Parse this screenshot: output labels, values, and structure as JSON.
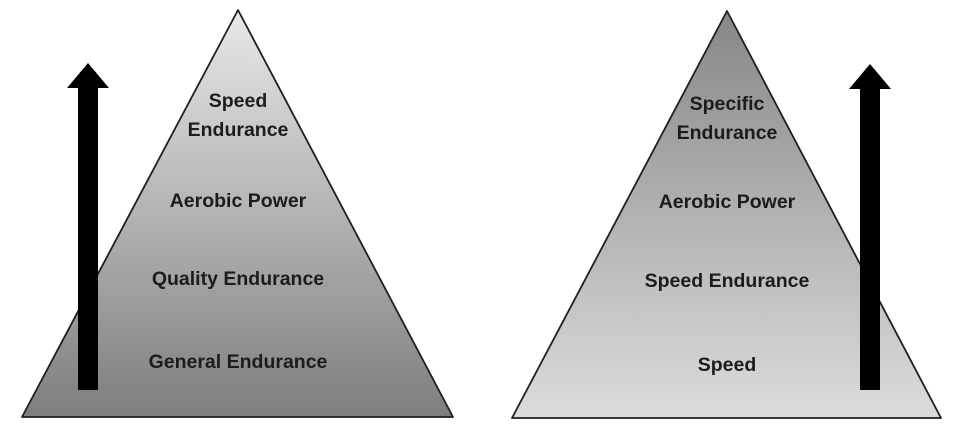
{
  "figure": {
    "background_color": "#ffffff",
    "text_color": "#1c1c1c",
    "outline_color": "#1f1f1f",
    "arrow_color": "#000000"
  },
  "left_pyramid": {
    "gradient_top": "#e8e8e8",
    "gradient_bottom": "#7e7e7e",
    "tiers": [
      {
        "label": "Speed Endurance",
        "lines": [
          "Speed",
          "Endurance"
        ]
      },
      {
        "label": "Aerobic Power",
        "lines": [
          "Aerobic Power"
        ]
      },
      {
        "label": "Quality Endurance",
        "lines": [
          "Quality Endurance"
        ]
      },
      {
        "label": "General Endurance",
        "lines": [
          "General Endurance"
        ]
      }
    ]
  },
  "right_pyramid": {
    "gradient_top": "#878787",
    "gradient_bottom": "#dcdcdc",
    "tiers": [
      {
        "label": "Specific Endurance",
        "lines": [
          "Specific",
          "Endurance"
        ]
      },
      {
        "label": "Aerobic Power",
        "lines": [
          "Aerobic Power"
        ]
      },
      {
        "label": "Speed Endurance",
        "lines": [
          "Speed Endurance"
        ]
      },
      {
        "label": "Speed",
        "lines": [
          "Speed"
        ]
      }
    ]
  }
}
